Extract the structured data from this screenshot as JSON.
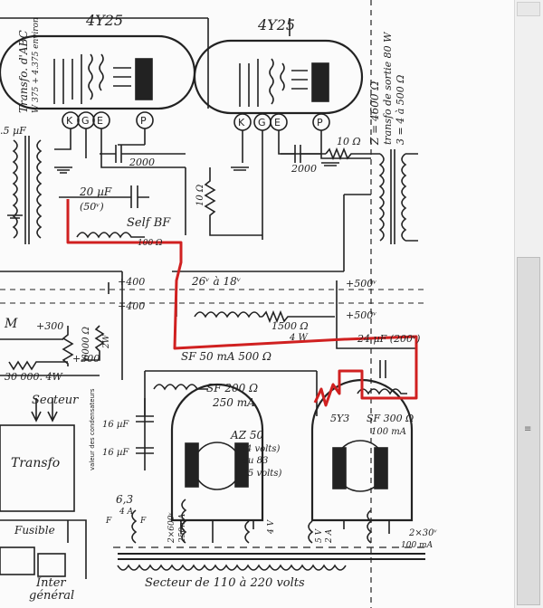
{
  "tubes": {
    "left": "4Y25",
    "right": "4Y25"
  },
  "pins": {
    "k": "K",
    "g": "G",
    "e": "E",
    "p": "P"
  },
  "transfo_top": "Transfo. d'ABC",
  "transfo_top2": "W 375 + 4.375 environ",
  "cap_05": ".5 µF",
  "cap_2000_a": "2000",
  "cap_2000_b": "2000",
  "res_10": "10 Ω",
  "res_10_mid": "10 Ω",
  "zout": "Z = 4600 Ω",
  "transfo_sortie": "transfo de sortie 80 W",
  "ohms": "3 = 4 à 500 Ω",
  "cap_20": "20 µF",
  "v50": "(50ᵛ)",
  "self_bf": "Self BF",
  "r100": "100 Ω",
  "v26": "26ᵛ à 18ᵛ",
  "v400a": "+400",
  "v400b": "+400",
  "v500a": "+500ᵛ",
  "v500b": "+500ᵛ",
  "v300a": "+300",
  "v300b": "+300",
  "res_6000": "6000 Ω",
  "w2": "2W",
  "res_1500": "1500 Ω",
  "w4": "4 W",
  "m": "M",
  "res_30000": "30 000. 4W",
  "sf50": "SF 50 mA 500 Ω",
  "cap_24": "24 µF (200ᵛ)",
  "secteur": "Secteur",
  "sf200": "SF 200 Ω",
  "ma250": "250 mA",
  "uf16a": "16 µF",
  "uf16b": "16 µF",
  "vert_note": "valeur des condensateurs",
  "az50": "AZ 50",
  "az50_v": "(4 volts)",
  "az50_ou": "ou 83",
  "az50_5v": "(5 volts)",
  "v5y3": "5Y3",
  "sf300": "SF 300 Ω",
  "ma100": "100 mA",
  "transfo_box": "Transfo",
  "fusible": "Fusible",
  "inter": "Inter",
  "general": "général",
  "v63": "6,3",
  "a4": "4 A",
  "f1": "F",
  "f2": "F",
  "v600": "2×600ᵛ",
  "ma250b": "250mA",
  "v4": "4 V",
  "v5": "5 V",
  "a2": "2 A",
  "v2x30": "2×30ᵛ",
  "ma100b": "100 mA",
  "secteur_bottom": "Secteur de 110 à 220 volts",
  "grip": "≡"
}
